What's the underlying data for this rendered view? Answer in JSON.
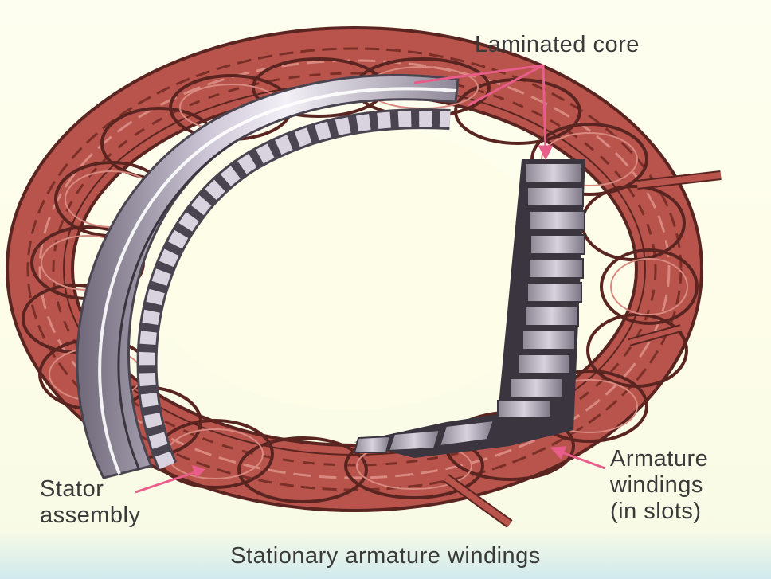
{
  "labels": {
    "laminated_core": "Laminated core",
    "armature_windings": [
      "Armature",
      "windings",
      "(in slots)"
    ],
    "stator_assembly": [
      "Stator",
      "assembly"
    ]
  },
  "caption": "Stationary armature windings",
  "colors": {
    "copper": "#b8544c",
    "copper_dark": "#5a2520",
    "copper_light": "#d98a80",
    "core": "#8a8390",
    "core_light": "#e4dfec",
    "pointer": "#e85d8a"
  }
}
